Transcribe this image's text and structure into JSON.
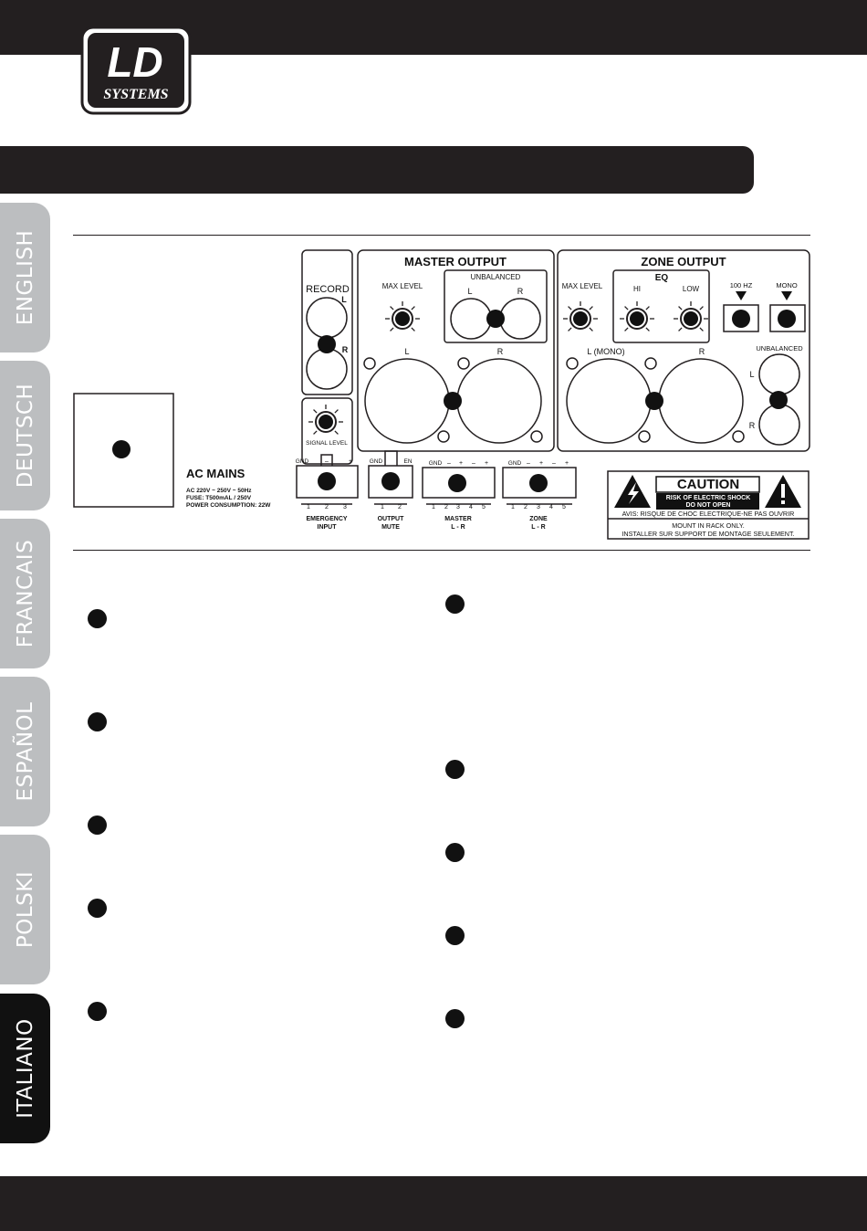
{
  "logo": {
    "line1": "LD",
    "line2": "SYSTEMS"
  },
  "language_tabs": [
    {
      "label": "ENGLISH",
      "active": false
    },
    {
      "label": "DEUTSCH",
      "active": false
    },
    {
      "label": "FRANCAIS",
      "active": false
    },
    {
      "label": "ESPAÑOL",
      "active": false
    },
    {
      "label": "POLSKI",
      "active": false
    },
    {
      "label": "ITALIANO",
      "active": true
    }
  ],
  "panel": {
    "record": {
      "title": "RECORD",
      "l": "L",
      "r": "R"
    },
    "signal_level": "SIGNAL LEVEL",
    "master_output": {
      "title": "MASTER OUTPUT",
      "max_level": "MAX LEVEL",
      "unbalanced": "UNBALANCED",
      "l": "L",
      "r": "R"
    },
    "zone_output": {
      "title": "ZONE OUTPUT",
      "max_level": "MAX LEVEL",
      "eq": "EQ",
      "hi": "HI",
      "low": "LOW",
      "hz100": "100 HZ",
      "mono": "MONO",
      "unbalanced": "UNBALANCED",
      "l_mono": "L (MONO)",
      "r": "R",
      "ub_l": "L",
      "ub_r": "R"
    },
    "ac_mains": {
      "title": "AC MAINS",
      "line1": "AC 220V ~ 250V ~ 50Hz",
      "line2": "FUSE: T500mAL / 250V",
      "line3": "POWER CONSUMPTION: 22W"
    },
    "emergency": {
      "pins": [
        "GND",
        "–",
        "+"
      ],
      "nums": [
        "1",
        "2",
        "3"
      ],
      "label1": "EMERGENCY",
      "label2": "INPUT"
    },
    "output_mute": {
      "pins": [
        "GND",
        "EN"
      ],
      "nums": [
        "1",
        "2"
      ],
      "label1": "OUTPUT",
      "label2": "MUTE"
    },
    "master_term": {
      "pins": [
        "GND",
        "–",
        "+",
        "–",
        "+"
      ],
      "nums": [
        "1",
        "2",
        "3",
        "4",
        "5"
      ],
      "label1": "MASTER",
      "label2": "L - R"
    },
    "zone_term": {
      "pins": [
        "GND",
        "–",
        "+",
        "–",
        "+"
      ],
      "nums": [
        "1",
        "2",
        "3",
        "4",
        "5"
      ],
      "label1": "ZONE",
      "label2": "L - R"
    },
    "caution": {
      "title": "CAUTION",
      "sub1": "RISK OF ELECTRIC SHOCK",
      "sub2": "DO NOT OPEN",
      "avis": "AVIS: RISQUE DE CHOC ELECTRIQUE-NE PAS OUVRIR",
      "mount1": "MOUNT IN RACK ONLY.",
      "mount2": "INSTALLER SUR SUPPORT DE MONTAGE SEULEMENT."
    }
  },
  "colors": {
    "dark": "#231f20",
    "tab_grey": "#bcbec0"
  }
}
